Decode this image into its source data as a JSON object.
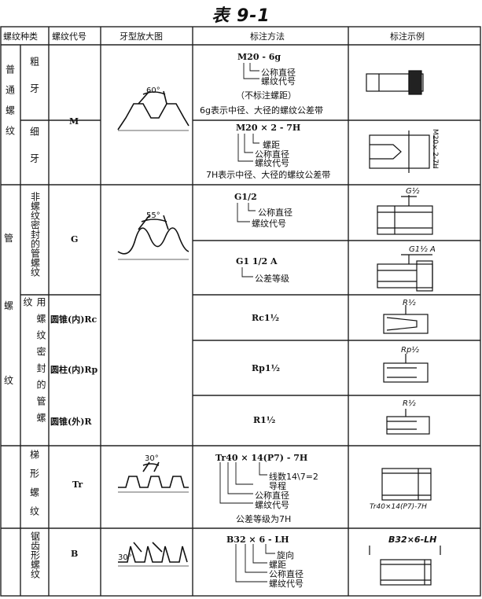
{
  "title": "表 9-1",
  "headers": [
    "螺纹种类",
    "螺纹代号",
    "牙型放大图",
    "标注方法",
    "标注示例"
  ],
  "groups": {
    "putong": "普通螺纹",
    "guan_left": "管",
    "guan_mid": "螺",
    "guan_low": "纹"
  },
  "rows": {
    "cu": "粗牙",
    "xi": "细牙",
    "fmf": "非螺纹密封的管螺纹",
    "ymf": "用螺纹密封的管螺纹",
    "tx": "梯形螺纹",
    "jc": "锯齿形螺纹"
  },
  "codes": {
    "m": "M",
    "g": "G",
    "rc": "圆锥(内)Rc",
    "rp": "圆柱(内)Rp",
    "r": "圆锥(外)R",
    "tr": "Tr",
    "b": "B"
  },
  "angles": {
    "m": "60°",
    "g": "55°",
    "tr": "30°",
    "b": "30°"
  },
  "notation": {
    "m1_code": "M20 - 6g",
    "m1_l1": "公称直径",
    "m1_l2": "螺纹代号",
    "m1_note": "（不标注螺距）",
    "m1_desc": "6g表示中径、大径的螺纹公差带",
    "m2_code": "M20 × 2 - 7H",
    "m2_l1": "螺距",
    "m2_l2": "公称直径",
    "m2_l3": "螺纹代号",
    "m2_desc": "7H表示中径、大径的螺纹公差带",
    "g1_code": "G1/2",
    "g1_l1": "公称直径",
    "g1_l2": "螺纹代号",
    "g2_code": "G1 1/2 A",
    "g2_l1": "公差等级",
    "rc": "Rc1½",
    "rp": "Rp1½",
    "r": "R1½",
    "tr_code": "Tr40 × 14(P7) - 7H",
    "tr_l1": "线数14\\7=2",
    "tr_l2": "导程",
    "tr_l3": "公称直径",
    "tr_l4": "螺纹代号",
    "tr_desc": "公差等级为7H",
    "b_code": "B32 × 6 - LH",
    "b_l1": "旋向",
    "b_l2": "螺距",
    "b_l3": "公称直径",
    "b_l4": "螺纹代号"
  },
  "examples": {
    "m2": "M20×2-7H",
    "g1": "G½",
    "g2": "G1½ A",
    "rc": "R½",
    "rp": "Rp½",
    "r": "R½",
    "tr": "Tr40×14(P7)-7H",
    "b": "B32×6-LH"
  }
}
